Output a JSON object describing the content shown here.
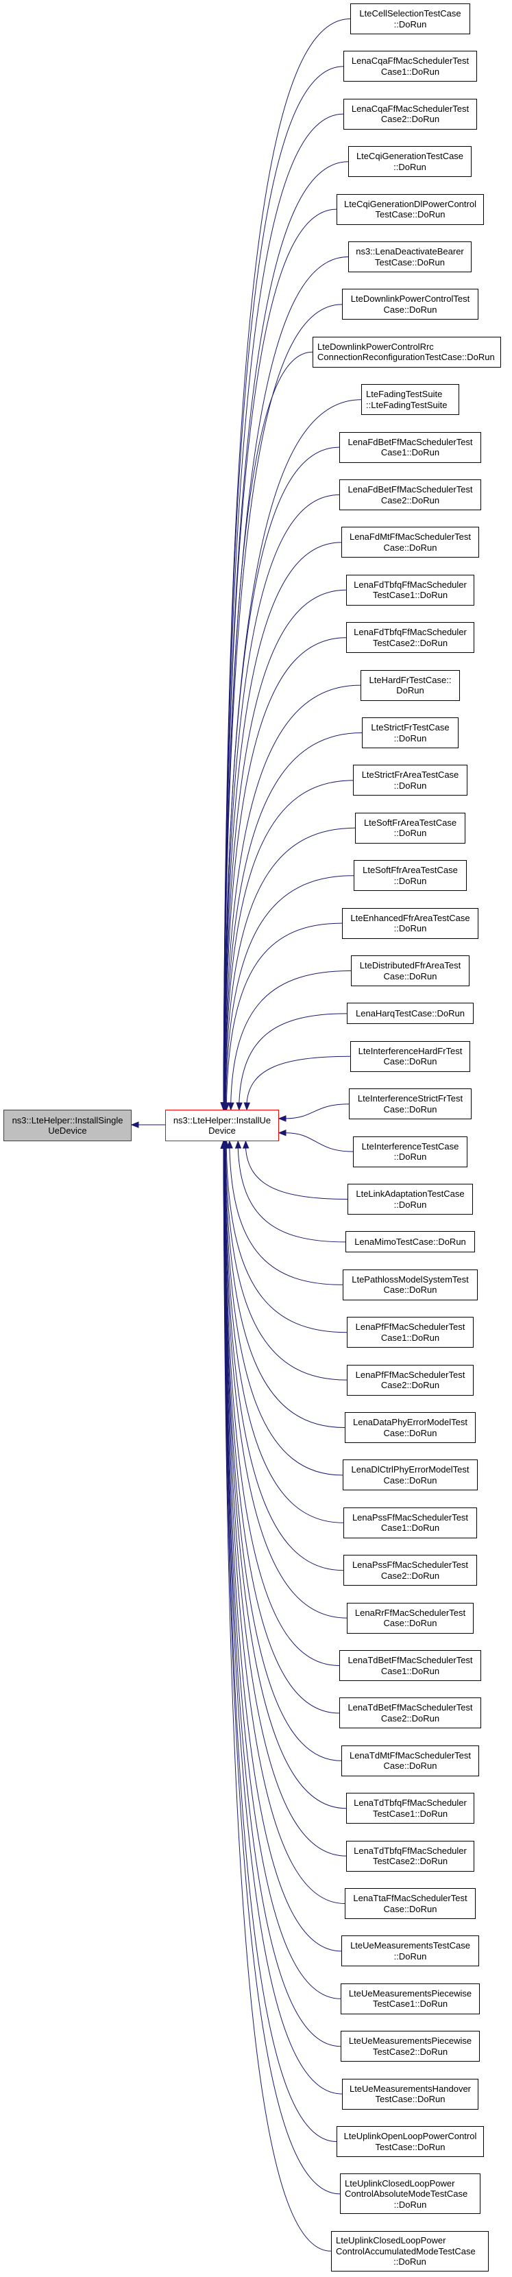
{
  "graph": {
    "colors": {
      "edge": "#191970",
      "focus_border": "#ff0000",
      "callee_fill": "#bfbfbf"
    },
    "callee_node": {
      "lines": [
        "ns3::LteHelper::InstallSingle",
        "UeDevice"
      ]
    },
    "focus_node": {
      "lines": [
        "ns3::LteHelper::InstallUe",
        "Device"
      ]
    },
    "callers": [
      {
        "lines": [
          "LteCellSelectionTestCase",
          "::DoRun"
        ]
      },
      {
        "lines": [
          "LenaCqaFfMacSchedulerTest",
          "Case1::DoRun"
        ]
      },
      {
        "lines": [
          "LenaCqaFfMacSchedulerTest",
          "Case2::DoRun"
        ]
      },
      {
        "lines": [
          "LteCqiGenerationTestCase",
          "::DoRun"
        ]
      },
      {
        "lines": [
          "LteCqiGenerationDlPowerControl",
          "TestCase::DoRun"
        ]
      },
      {
        "lines": [
          "ns3::LenaDeactivateBearer",
          "TestCase::DoRun"
        ]
      },
      {
        "lines": [
          "LteDownlinkPowerControlTest",
          "Case::DoRun"
        ]
      },
      {
        "lines": [
          "LteDownlinkPowerControlRrc",
          "ConnectionReconfigurationTestCase::DoRun"
        ]
      },
      {
        "lines": [
          "LteFadingTestSuite",
          "::LteFadingTestSuite"
        ]
      },
      {
        "lines": [
          "LenaFdBetFfMacSchedulerTest",
          "Case1::DoRun"
        ]
      },
      {
        "lines": [
          "LenaFdBetFfMacSchedulerTest",
          "Case2::DoRun"
        ]
      },
      {
        "lines": [
          "LenaFdMtFfMacSchedulerTest",
          "Case::DoRun"
        ]
      },
      {
        "lines": [
          "LenaFdTbfqFfMacScheduler",
          "TestCase1::DoRun"
        ]
      },
      {
        "lines": [
          "LenaFdTbfqFfMacScheduler",
          "TestCase2::DoRun"
        ]
      },
      {
        "lines": [
          "LteHardFrTestCase::",
          "DoRun"
        ]
      },
      {
        "lines": [
          "LteStrictFrTestCase",
          "::DoRun"
        ]
      },
      {
        "lines": [
          "LteStrictFrAreaTestCase",
          "::DoRun"
        ]
      },
      {
        "lines": [
          "LteSoftFrAreaTestCase",
          "::DoRun"
        ]
      },
      {
        "lines": [
          "LteSoftFfrAreaTestCase",
          "::DoRun"
        ]
      },
      {
        "lines": [
          "LteEnhancedFfrAreaTestCase",
          "::DoRun"
        ]
      },
      {
        "lines": [
          "LteDistributedFfrAreaTest",
          "Case::DoRun"
        ]
      },
      {
        "lines": [
          "LenaHarqTestCase::DoRun"
        ]
      },
      {
        "lines": [
          "LteInterferenceHardFrTest",
          "Case::DoRun"
        ]
      },
      {
        "lines": [
          "LteInterferenceStrictFrTest",
          "Case::DoRun"
        ]
      },
      {
        "lines": [
          "LteInterferenceTestCase",
          "::DoRun"
        ]
      },
      {
        "lines": [
          "LteLinkAdaptationTestCase",
          "::DoRun"
        ]
      },
      {
        "lines": [
          "LenaMimoTestCase::DoRun"
        ]
      },
      {
        "lines": [
          "LtePathlossModelSystemTest",
          "Case::DoRun"
        ]
      },
      {
        "lines": [
          "LenaPfFfMacSchedulerTest",
          "Case1::DoRun"
        ]
      },
      {
        "lines": [
          "LenaPfFfMacSchedulerTest",
          "Case2::DoRun"
        ]
      },
      {
        "lines": [
          "LenaDataPhyErrorModelTest",
          "Case::DoRun"
        ]
      },
      {
        "lines": [
          "LenaDlCtrlPhyErrorModelTest",
          "Case::DoRun"
        ]
      },
      {
        "lines": [
          "LenaPssFfMacSchedulerTest",
          "Case1::DoRun"
        ]
      },
      {
        "lines": [
          "LenaPssFfMacSchedulerTest",
          "Case2::DoRun"
        ]
      },
      {
        "lines": [
          "LenaRrFfMacSchedulerTest",
          "Case::DoRun"
        ]
      },
      {
        "lines": [
          "LenaTdBetFfMacSchedulerTest",
          "Case1::DoRun"
        ]
      },
      {
        "lines": [
          "LenaTdBetFfMacSchedulerTest",
          "Case2::DoRun"
        ]
      },
      {
        "lines": [
          "LenaTdMtFfMacSchedulerTest",
          "Case::DoRun"
        ]
      },
      {
        "lines": [
          "LenaTdTbfqFfMacScheduler",
          "TestCase1::DoRun"
        ]
      },
      {
        "lines": [
          "LenaTdTbfqFfMacScheduler",
          "TestCase2::DoRun"
        ]
      },
      {
        "lines": [
          "LenaTtaFfMacSchedulerTest",
          "Case::DoRun"
        ]
      },
      {
        "lines": [
          "LteUeMeasurementsTestCase",
          "::DoRun"
        ]
      },
      {
        "lines": [
          "LteUeMeasurementsPiecewise",
          "TestCase1::DoRun"
        ]
      },
      {
        "lines": [
          "LteUeMeasurementsPiecewise",
          "TestCase2::DoRun"
        ]
      },
      {
        "lines": [
          "LteUeMeasurementsHandover",
          "TestCase::DoRun"
        ]
      },
      {
        "lines": [
          "LteUplinkOpenLoopPowerControl",
          "TestCase::DoRun"
        ]
      },
      {
        "lines": [
          "LteUplinkClosedLoopPower",
          "ControlAbsoluteModeTestCase",
          "::DoRun"
        ]
      },
      {
        "lines": [
          "LteUplinkClosedLoopPower",
          "ControlAccumulatedModeTestCase",
          "::DoRun"
        ]
      }
    ]
  }
}
